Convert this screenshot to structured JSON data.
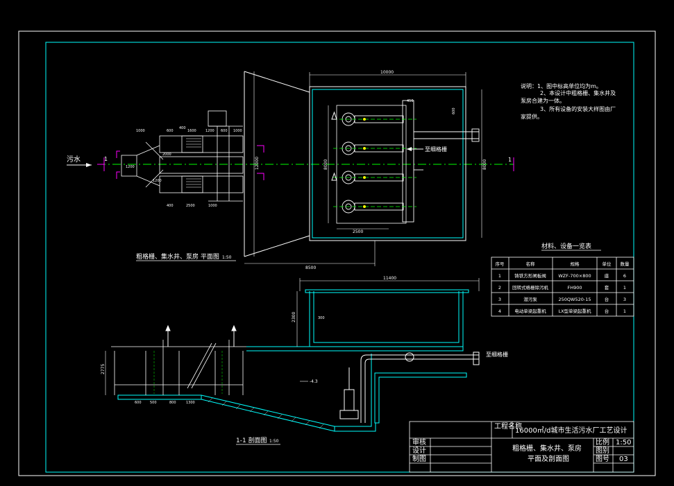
{
  "notes": {
    "line1": "说明：1、图中标高单位均为m。",
    "line2": "2、本设计中粗格栅、集水井及",
    "line3": "泵房合建为一体。",
    "line4": "3、所有设备的安装大样图由厂",
    "line5": "家提供。"
  },
  "plan": {
    "title": "粗格栅、集水井、泵房 平面图",
    "scale": "1:50",
    "inlet_label": "污水",
    "outlet_label": "至细格栅",
    "section_mark": "1",
    "dims": {
      "top_width": "10000",
      "bottom_width": "8500",
      "height_left": "12000",
      "inner_height": "8000",
      "right_height": "8000",
      "pump_spacing": "2500",
      "pipe_d": "450",
      "pipe_d2": "600",
      "d1": "1000",
      "d2": "600",
      "d3": "1600",
      "d4": "1200",
      "d5": "600",
      "d6": "1000",
      "d7": "1000",
      "d8": "2500",
      "d9": "400",
      "d10": "1200",
      "d11": "1200",
      "d12": "2000",
      "d13": "400"
    }
  },
  "section": {
    "title": "1-1 剖面图",
    "scale": "1:50",
    "outlet_label": "至细格栅",
    "dims": {
      "top": "11400",
      "h1": "2300",
      "h2": "2775",
      "wall": "300",
      "elev": "-4.3",
      "b1": "600",
      "b2": "500",
      "b3": "800",
      "b4": "1300"
    }
  },
  "table": {
    "title": "材料、设备一览表",
    "headers": [
      "序号",
      "名称",
      "规格",
      "单位",
      "数量"
    ],
    "rows": [
      [
        "1",
        "铸铁方形闸板阀",
        "WZF-700×800",
        "座",
        "6"
      ],
      [
        "2",
        "回转式格栅除污机",
        "FH900",
        "套",
        "1"
      ],
      [
        "3",
        "潜污泵",
        "250QW520-15",
        "台",
        "3"
      ],
      [
        "4",
        "电动单梁起重机",
        "LX型单梁起重机",
        "台",
        "1"
      ]
    ]
  },
  "title_block": {
    "project_label": "工程名称",
    "project_name": "16000㎡/d城市生活污水厂工艺设计",
    "drawing_name_1": "粗格栅、集水井、泵房",
    "drawing_name_2": "平面及剖面图",
    "review": "审核",
    "design": "设计",
    "draw": "制图",
    "scale_label": "比例",
    "scale_value": "1:50",
    "sheet_label": "图别",
    "no_label": "图号",
    "no_value": "03"
  },
  "colors": {
    "background": "#000000",
    "border": "#00ffff",
    "line": "#ffffff",
    "green": "#00ff00",
    "magenta": "#ff00ff",
    "yellow": "#ffff00"
  }
}
